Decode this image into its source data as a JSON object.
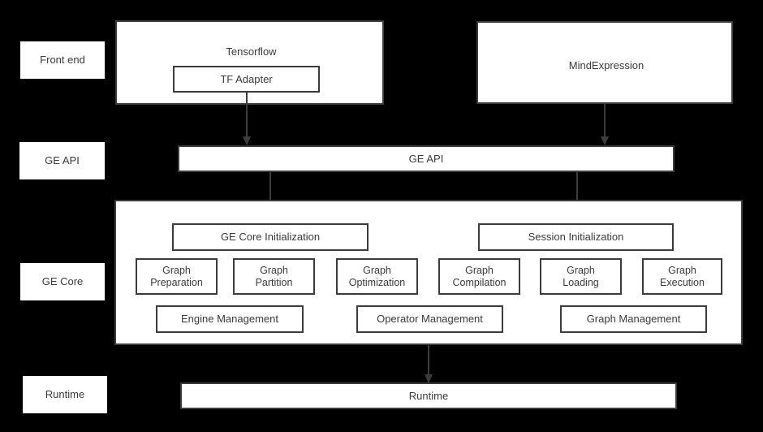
{
  "diagram": {
    "title": "GE architecture layered diagram",
    "background_color": "#000000",
    "box_fill_color": "#ffffff",
    "box_border_color": "#3c3c3c",
    "text_color": "#3a3a3a"
  },
  "layer_labels": [
    {
      "id": "front-end",
      "label": "Front end"
    },
    {
      "id": "ge-api",
      "label": "GE API"
    },
    {
      "id": "ge-core",
      "label": "GE Core"
    },
    {
      "id": "runtime",
      "label": "Runtime"
    }
  ],
  "front_end": {
    "tensorflow": {
      "title": "Tensorflow",
      "child": "TF Adapter"
    },
    "mindexpression": {
      "title": "MindExpression"
    }
  },
  "ge_api_bar": {
    "label": "GE API"
  },
  "ge_core": {
    "initialization": [
      {
        "id": "ge-core-initialization",
        "label": "GE Core Initialization"
      },
      {
        "id": "session-initialization",
        "label": "Session Initialization"
      }
    ],
    "modules": [
      {
        "id": "graph-preparation",
        "label": "Graph\nPreparation"
      },
      {
        "id": "graph-partition",
        "label": "Graph\nPartition"
      },
      {
        "id": "graph-optimization",
        "label": "Graph\nOptimization"
      },
      {
        "id": "graph-compilation",
        "label": "Graph\nCompilation"
      },
      {
        "id": "graph-loading",
        "label": "Graph\nLoading"
      },
      {
        "id": "graph-execution",
        "label": "Graph\nExecution"
      }
    ],
    "management": [
      {
        "id": "engine-management",
        "label": "Engine Management"
      },
      {
        "id": "operator-management",
        "label": "Operator Management"
      },
      {
        "id": "graph-management",
        "label": "Graph Management"
      }
    ]
  },
  "runtime_bar": {
    "label": "Runtime"
  }
}
